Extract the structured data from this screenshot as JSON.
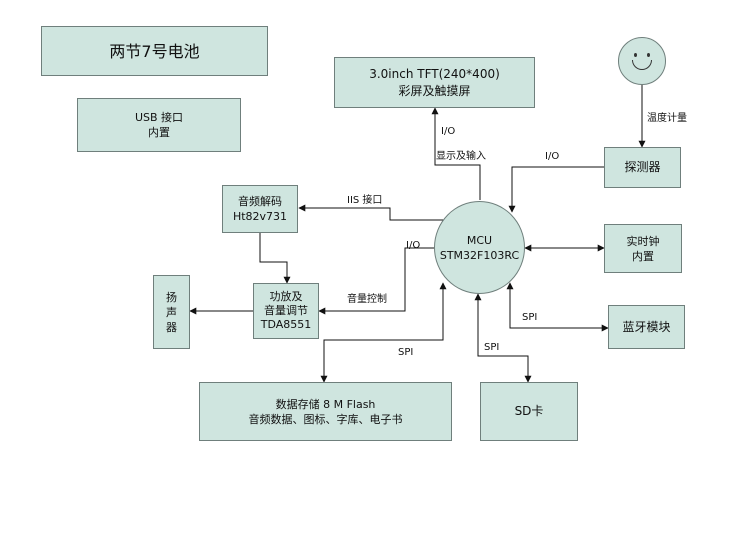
{
  "battery": {
    "text": "两节7号电池"
  },
  "usb": {
    "line1": "USB 接口",
    "line2": "内置"
  },
  "tft": {
    "line1": "3.0inch TFT(240*400)",
    "line2": "彩屏及触摸屏"
  },
  "sensor": {
    "text": "探测器"
  },
  "audio_decoder": {
    "line1": "音频解码",
    "line2": "Ht82v731"
  },
  "mcu": {
    "line1": "MCU",
    "line2": "STM32F103RC"
  },
  "rtc": {
    "line1": "实时钟",
    "line2": "内置"
  },
  "speaker": {
    "line1": "扬",
    "line2": "声",
    "line3": "器"
  },
  "amp": {
    "line1": "功放及",
    "line2": "音量调节",
    "line3": "TDA8551"
  },
  "bluetooth": {
    "text": "蓝牙模块"
  },
  "flash": {
    "line1": "数据存储  8 M Flash",
    "line2": "音频数据、图标、字库、电子书"
  },
  "sd": {
    "text": "SD卡"
  },
  "labels": {
    "temp": "温度计量",
    "tft_io": "I/O",
    "display_input": "显示及输入",
    "sensor_io": "I/O",
    "iis": "IIS 接口",
    "amp_io": "I/O",
    "volume_control": "音量控制",
    "bt_spi": "SPI",
    "flash_spi": "SPI",
    "sd_spi": "SPI"
  }
}
